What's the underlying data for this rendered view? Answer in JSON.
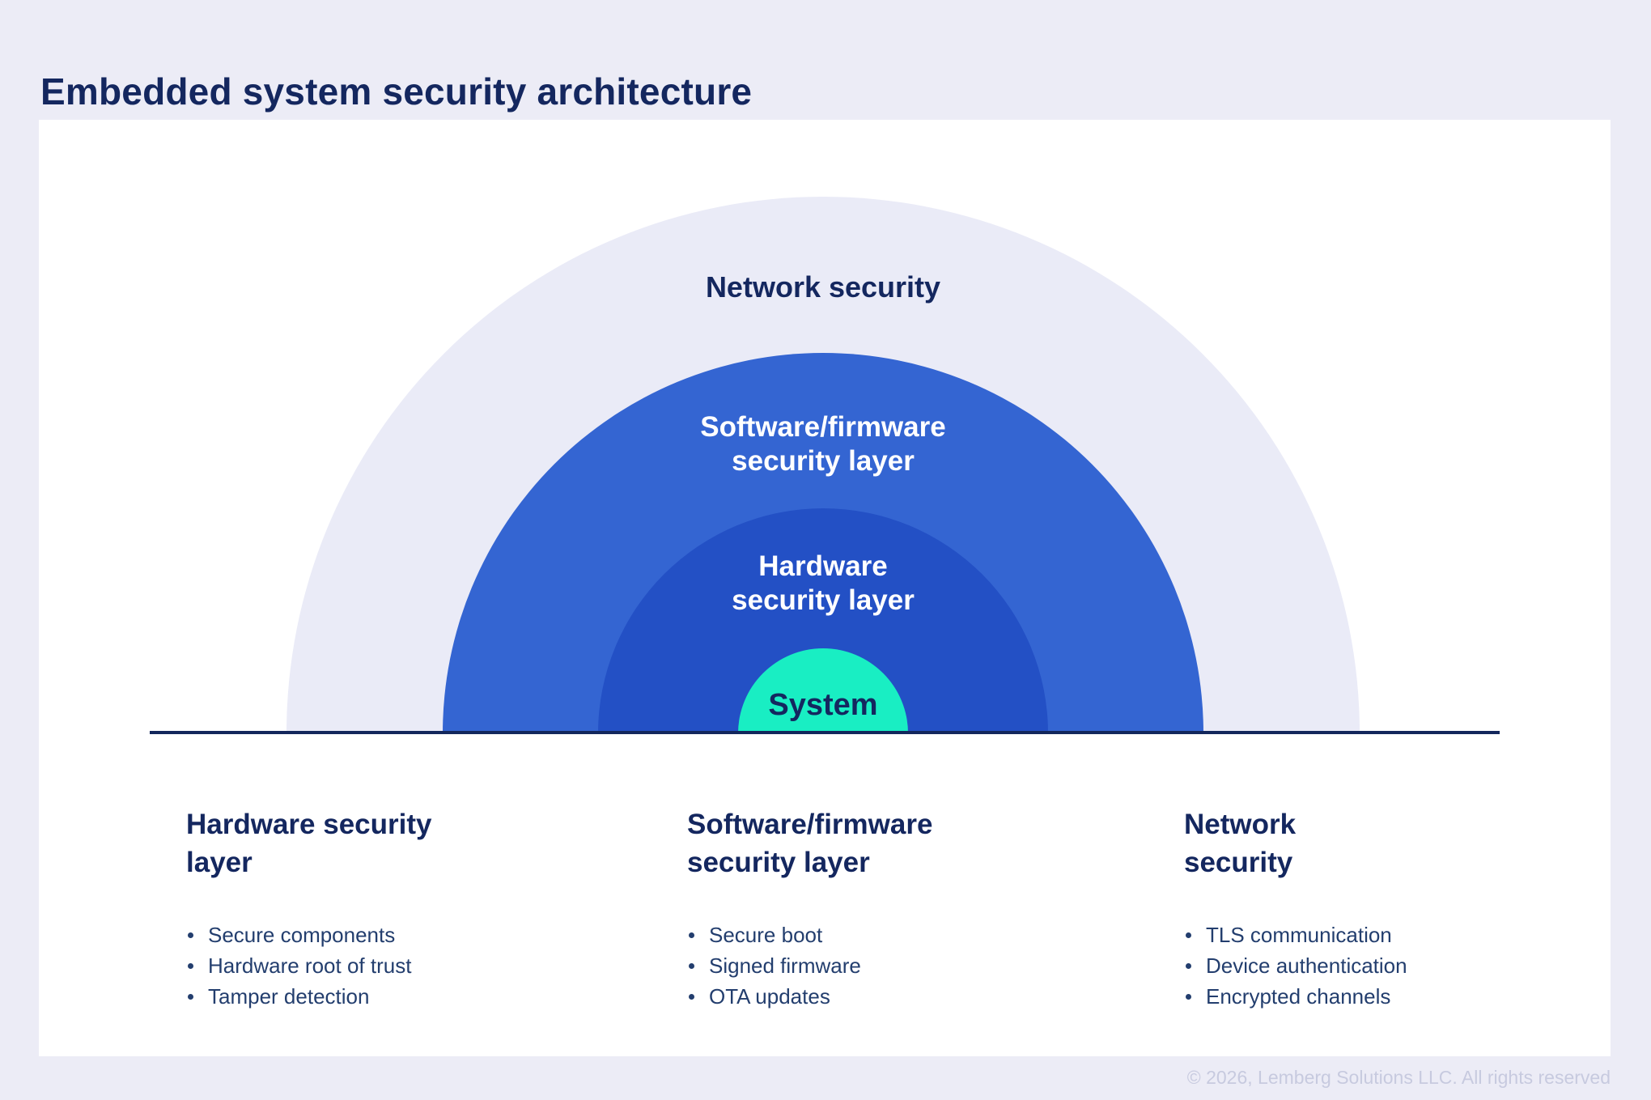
{
  "title": "Embedded system security architecture",
  "diagram": {
    "layers": {
      "network": {
        "label": "Network security",
        "color": "#EAEBF7",
        "text_color": "#14275F"
      },
      "software": {
        "label": "Software/firmware security layer",
        "color": "#3465D2",
        "text_color": "#FFFFFF"
      },
      "hardware": {
        "label": "Hardware security layer",
        "color": "#2350C5",
        "text_color": "#FFFFFF"
      },
      "system": {
        "label": "System",
        "color": "#19EEC3",
        "text_color": "#14275F"
      }
    }
  },
  "columns": [
    {
      "heading": "Hardware security layer",
      "items": [
        "Secure components",
        "Hardware root of trust",
        "Tamper detection"
      ]
    },
    {
      "heading": "Software/firmware security layer",
      "items": [
        "Secure boot",
        "Signed firmware",
        "OTA updates"
      ]
    },
    {
      "heading": "Network security",
      "items": [
        "TLS communication",
        "Device authentication",
        "Encrypted channels"
      ]
    }
  ],
  "footer": "© 2026, Lemberg Solutions LLC. All rights reserved",
  "colors": {
    "page_background": "#ECECF6",
    "card_background": "#FFFFFF",
    "title_navy": "#14275F",
    "baseline_navy": "#13275C",
    "bullet_navy": "#233E6E",
    "footer_gray": "#C7CADF"
  }
}
